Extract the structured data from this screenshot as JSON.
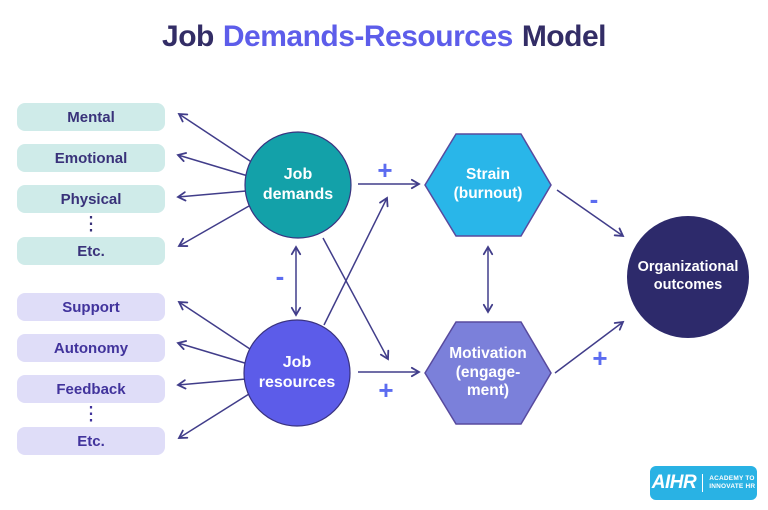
{
  "title": {
    "prefix": "Job",
    "highlight": "Demands-Resources",
    "suffix": "Model"
  },
  "colors": {
    "title_dark": "#332d66",
    "title_accent": "#5d5dea",
    "demand_factor_bg": "#cfebe9",
    "resource_factor_bg": "#dfddf8",
    "job_demands_fill": "#13a1a9",
    "job_resources_fill": "#5c5ce9",
    "strain_fill": "#29b6e9",
    "motivation_fill": "#7b80da",
    "outcomes_fill": "#2d2a6b",
    "arrow_stroke": "#413d8a",
    "sign_color": "#5c6cf0",
    "logo_bg": "#29b2e4"
  },
  "demand_factors": {
    "items": [
      "Mental",
      "Emotional",
      "Physical",
      "Etc."
    ]
  },
  "resource_factors": {
    "items": [
      "Support",
      "Autonomy",
      "Feedback",
      "Etc."
    ]
  },
  "nodes": {
    "job_demands": {
      "lines": [
        "Job",
        "demands"
      ]
    },
    "job_resources": {
      "lines": [
        "Job",
        "resources"
      ]
    },
    "strain": {
      "lines": [
        "Strain",
        "(burnout)"
      ]
    },
    "motivation": {
      "lines": [
        "Motivation",
        "(engage-",
        "ment)"
      ]
    },
    "org_outcomes": {
      "lines": [
        "Organizational",
        "outcomes"
      ]
    }
  },
  "edges": {
    "demands_strain_sign": "+",
    "resources_motivation_sign": "+",
    "demands_resources_sign": "-",
    "strain_outcomes_sign": "-",
    "motivation_outcomes_sign": "+"
  },
  "logo": {
    "name": "AIHR",
    "tagline_line1": "ACADEMY TO",
    "tagline_line2": "INNOVATE HR"
  }
}
